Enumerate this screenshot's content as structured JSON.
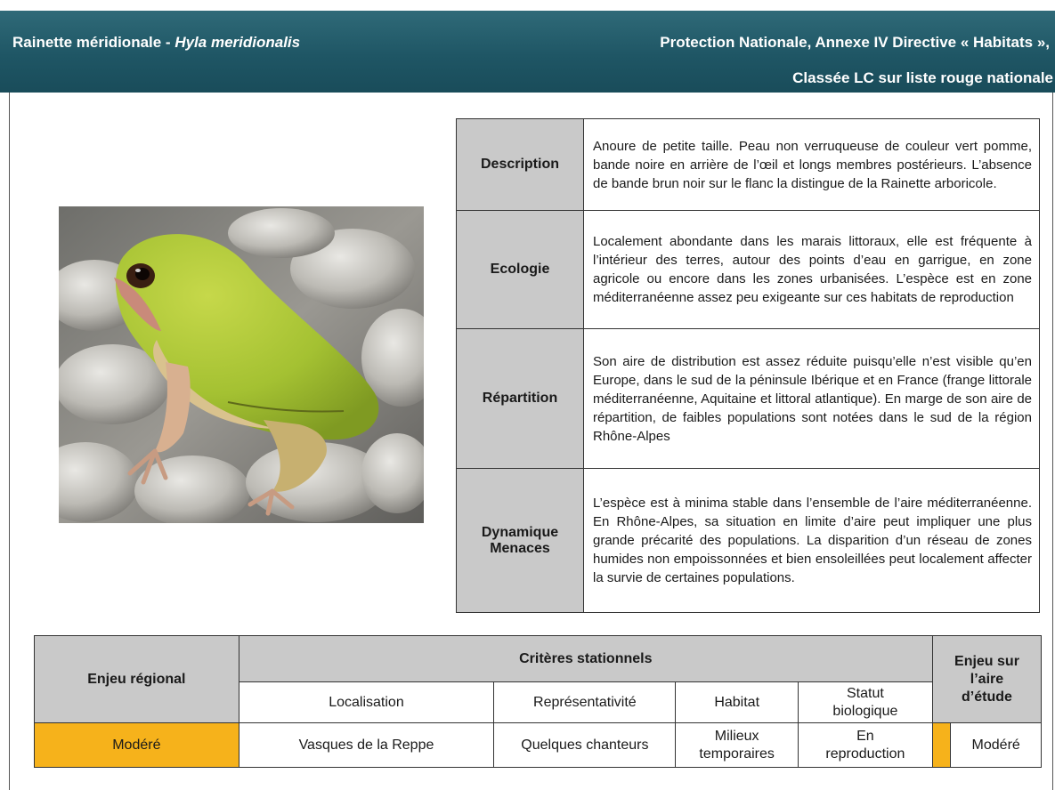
{
  "header": {
    "common_name": "Rainette méridionale - ",
    "latin_name": "Hyla meridionalis",
    "protection_line1": "Protection Nationale, Annexe IV Directive « Habitats »,",
    "protection_line2": "Classée LC sur liste rouge nationale"
  },
  "info_table": {
    "description_label": "Description",
    "description_text": "Anoure de petite taille. Peau non verruqueuse de couleur vert pomme, bande noire en arrière de l’œil et longs membres postérieurs. L’absence de bande brun noir sur le flanc la distingue de la Rainette arboricole.",
    "ecologie_label": "Ecologie",
    "ecologie_text": "Localement abondante dans les marais littoraux, elle est fréquente à l’intérieur des terres, autour des points d’eau en garrigue, en zone agricole ou encore dans les zones urbanisées. L’espèce est en zone méditerranéenne assez peu exigeante sur ces habitats de reproduction",
    "repartition_label": "Répartition",
    "repartition_text": "Son aire de distribution est assez réduite puisqu’elle n’est visible qu’en Europe, dans le sud de la péninsule Ibérique et en France (frange littorale méditerranéenne, Aquitaine et littoral atlantique). En marge de son aire de répartition, de faibles populations sont notées dans le sud de la région Rhône-Alpes",
    "dynamique_label_line1": "Dynamique",
    "dynamique_label_line2": "Menaces",
    "dynamique_text": "L’espèce est à minima stable dans l’ensemble de l’aire méditerranéenne. En Rhône-Alpes, sa situation en limite d’aire peut impliquer une plus grande précarité des populations. La disparition d’un réseau de zones humides non empoissonnées et bien ensoleillées peut localement affecter la survie de certaines populations."
  },
  "criteria_table": {
    "enjeu_regional_header": "Enjeu régional",
    "criteres_header": "Critères stationnels",
    "enjeu_aire_header_line1": "Enjeu sur",
    "enjeu_aire_header_line2": "l’aire",
    "enjeu_aire_header_line3": "d’étude",
    "col_localisation": "Localisation",
    "col_representativite": "Représentativité",
    "col_habitat": "Habitat",
    "col_statut_line1": "Statut",
    "col_statut_line2": "biologique",
    "val_enjeu_regional": "Modéré",
    "val_localisation": "Vasques de la Reppe",
    "val_representativite": "Quelques chanteurs",
    "val_habitat_line1": "Milieux",
    "val_habitat_line2": "temporaires",
    "val_statut_line1": "En",
    "val_statut_line2": "reproduction",
    "val_enjeu_aire": "Modéré",
    "orange_color": "#f6b21b"
  }
}
